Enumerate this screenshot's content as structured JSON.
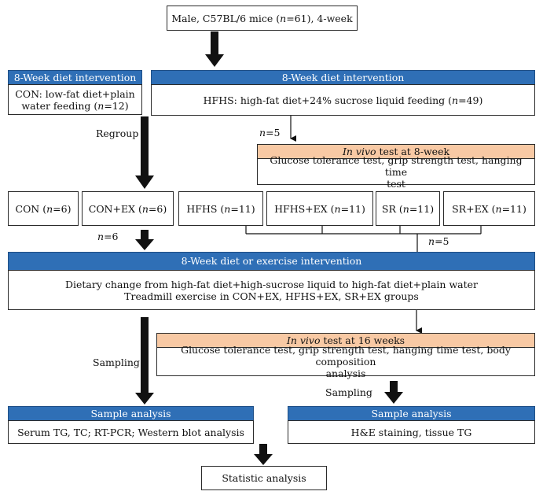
{
  "start": {
    "pre": "Male, C57BL/6 mice (",
    "n": "n",
    "post": "=61), 4-week"
  },
  "left_phase1": {
    "header": "8-Week diet intervention",
    "line1": "CON: low-fat diet+plain",
    "line2_pre": "water feeding (",
    "n": "n",
    "line2_post": "=12)"
  },
  "right_phase1": {
    "header": "8-Week diet intervention",
    "pre": "HFHS: high-fat diet+24% sucrose liquid feeding (",
    "n": "n",
    "post": "=49)"
  },
  "regroup_label": "Regroup",
  "n5_label_top": {
    "n": "n",
    "rest": "=5"
  },
  "invivo8": {
    "header_italic": "In vivo",
    "header_rest": " test at 8-week",
    "line1": "Glucose tolerance test, grip strength test, hanging time",
    "line2": "test"
  },
  "groups": [
    {
      "pre": "CON (",
      "n": "n",
      "post": "=6)"
    },
    {
      "pre": "CON+EX (",
      "n": "n",
      "post": "=6)"
    },
    {
      "pre": "HFHS (",
      "n": "n",
      "post": "=11)"
    },
    {
      "pre": "HFHS+EX (",
      "n": "n",
      "post": "=11)"
    },
    {
      "pre": "SR (",
      "n": "n",
      "post": "=11)"
    },
    {
      "pre": "SR+EX (",
      "n": "n",
      "post": "=11)"
    }
  ],
  "n6_label": {
    "n": "n",
    "rest": "=6"
  },
  "n5_label_mid": {
    "n": "n",
    "rest": "=5"
  },
  "phase2": {
    "header": "8-Week diet or exercise intervention",
    "line1": "Dietary change from high-fat diet+high-sucrose liquid to high-fat diet+plain water",
    "line2": "Treadmill exercise in CON+EX, HFHS+EX, SR+EX groups"
  },
  "sampling_left": "Sampling",
  "invivo16": {
    "header_italic": "In vivo",
    "header_rest": " test at 16 weeks",
    "line1": "Glucose tolerance test, grip strength test, hanging time test, body composition",
    "line2": "analysis"
  },
  "sampling_right": "Sampling",
  "analysis_left": {
    "header": "Sample analysis",
    "body": "Serum TG, TC; RT-PCR; Western blot analysis"
  },
  "analysis_right": {
    "header": "Sample analysis",
    "body": "H&E staining, tissue TG"
  },
  "final": "Statistic analysis"
}
